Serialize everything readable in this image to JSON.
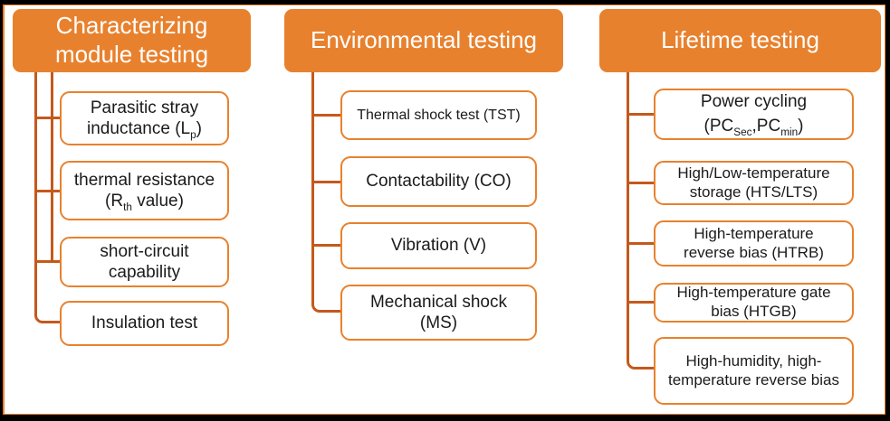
{
  "figure": {
    "type": "hierarchy-diagram",
    "colors": {
      "header_fill": "#E8812D",
      "box_border": "#E8812D",
      "connector": "#C4591C",
      "header_text": "#FFFFFF",
      "body_text": "#1A1A1A",
      "outer_frame": "#000000",
      "background": "#FFFFFF"
    }
  },
  "columns": [
    {
      "header": {
        "line1": "Characterizing",
        "line2": "module testing"
      },
      "items": [
        {
          "line1": "Parasitic stray",
          "l2_pre": "inductance (L",
          "l2_sub": "p",
          "l2_post": ")"
        },
        {
          "line1": "thermal resistance",
          "l2_pre": "(R",
          "l2_sub": "th",
          "l2_post": " value)"
        },
        {
          "line1": "short-circuit",
          "line2": "capability"
        },
        {
          "line1": "Insulation test"
        }
      ]
    },
    {
      "header": {
        "line1": "Environmental testing"
      },
      "items": [
        {
          "line1": "Thermal shock test (TST)"
        },
        {
          "line1": "Contactability (CO)"
        },
        {
          "line1": "Vibration (V)"
        },
        {
          "line1": "Mechanical shock",
          "line2": "(MS)"
        }
      ]
    },
    {
      "header": {
        "line1": "Lifetime testing"
      },
      "items": [
        {
          "line1": "Power cycling",
          "l2_pre": "(PC",
          "l2_sub": "Sec",
          "l2_mid": ",PC",
          "l2_sub2": "min",
          "l2_post": ")"
        },
        {
          "line1": "High/Low-temperature",
          "line2": "storage (HTS/LTS)"
        },
        {
          "line1": "High-temperature",
          "line2": "reverse bias (HTRB)"
        },
        {
          "line1": "High-temperature gate",
          "line2": "bias (HTGB)"
        },
        {
          "line1": "High-humidity, high-",
          "line2": "temperature reverse bias"
        }
      ]
    }
  ]
}
